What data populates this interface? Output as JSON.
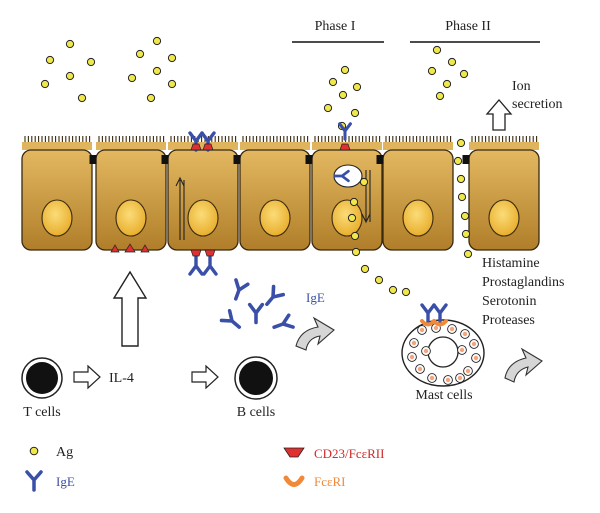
{
  "colors": {
    "cell_fill": "#c8963a",
    "cell_fill_light": "#e0b45c",
    "cell_stroke": "#3a2a10",
    "nucleus": "#f2c04a",
    "antigen": "#f0e84a",
    "ige": "#3a4fa8",
    "cd23": "#e03030",
    "fceri": "#f08a3a",
    "junction": "#111111",
    "arrow_fill": "#ffffff",
    "curved_arrow": "#d8d8d8"
  },
  "phases": {
    "phase1": "Phase I",
    "phase2": "Phase II"
  },
  "labels": {
    "ion_secretion_line1": "Ion",
    "ion_secretion_line2": "secretion",
    "ige_free": "IgE",
    "il4": "IL-4",
    "t_cells": "T cells",
    "b_cells": "B cells",
    "mast_cells": "Mast cells",
    "mediators": [
      "Histamine",
      "Prostaglandins",
      "Serotonin",
      "Proteases"
    ]
  },
  "legend": {
    "ag": "Ag",
    "ige": "IgE",
    "cd23": "CD23/FcεRII",
    "fceri": "FcεRI"
  },
  "icons": {
    "antigen": "antigen-dot-icon",
    "ige": "ige-y-icon",
    "cd23": "cd23-receptor-icon",
    "fceri": "fceri-receptor-icon"
  }
}
